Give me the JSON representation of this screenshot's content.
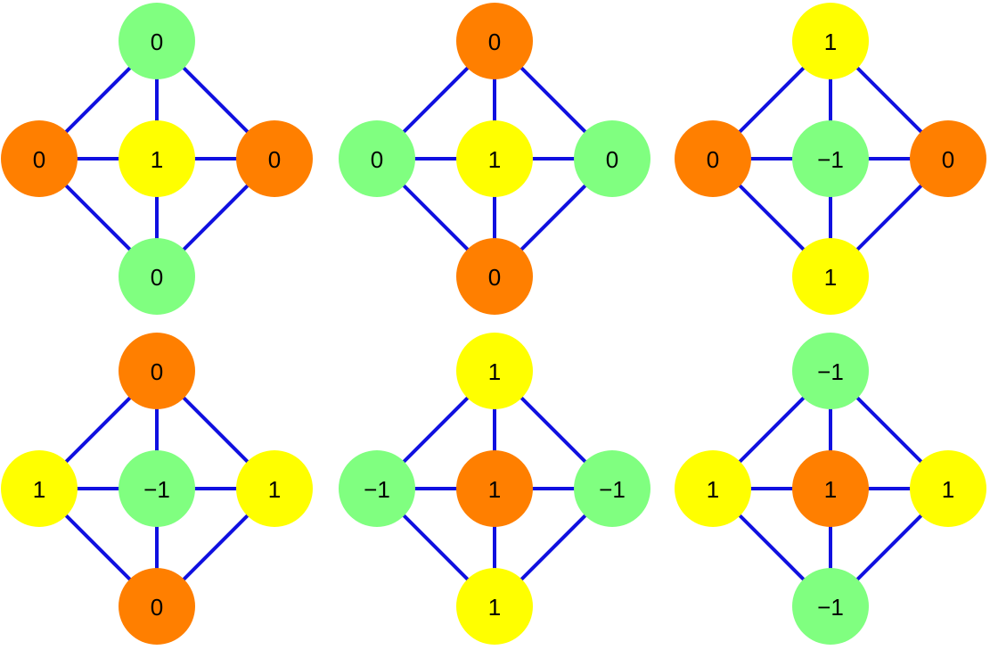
{
  "colors": {
    "edge": "#1010e0",
    "orange": "#ff7f00",
    "green": "#80ff80",
    "yellow": "#ffff00"
  },
  "graphs": [
    {
      "nodes": {
        "top": {
          "label": "0",
          "color": "green"
        },
        "left": {
          "label": "0",
          "color": "orange"
        },
        "center": {
          "label": "1",
          "color": "yellow"
        },
        "right": {
          "label": "0",
          "color": "orange"
        },
        "bottom": {
          "label": "0",
          "color": "green"
        }
      }
    },
    {
      "nodes": {
        "top": {
          "label": "0",
          "color": "orange"
        },
        "left": {
          "label": "0",
          "color": "green"
        },
        "center": {
          "label": "1",
          "color": "yellow"
        },
        "right": {
          "label": "0",
          "color": "green"
        },
        "bottom": {
          "label": "0",
          "color": "orange"
        }
      }
    },
    {
      "nodes": {
        "top": {
          "label": "1",
          "color": "yellow"
        },
        "left": {
          "label": "0",
          "color": "orange"
        },
        "center": {
          "label": "−1",
          "color": "green"
        },
        "right": {
          "label": "0",
          "color": "orange"
        },
        "bottom": {
          "label": "1",
          "color": "yellow"
        }
      }
    },
    {
      "nodes": {
        "top": {
          "label": "0",
          "color": "orange"
        },
        "left": {
          "label": "1",
          "color": "yellow"
        },
        "center": {
          "label": "−1",
          "color": "green"
        },
        "right": {
          "label": "1",
          "color": "yellow"
        },
        "bottom": {
          "label": "0",
          "color": "orange"
        }
      }
    },
    {
      "nodes": {
        "top": {
          "label": "1",
          "color": "yellow"
        },
        "left": {
          "label": "−1",
          "color": "green"
        },
        "center": {
          "label": "1",
          "color": "orange"
        },
        "right": {
          "label": "−1",
          "color": "green"
        },
        "bottom": {
          "label": "1",
          "color": "yellow"
        }
      }
    },
    {
      "nodes": {
        "top": {
          "label": "−1",
          "color": "green"
        },
        "left": {
          "label": "1",
          "color": "yellow"
        },
        "center": {
          "label": "1",
          "color": "orange"
        },
        "right": {
          "label": "1",
          "color": "yellow"
        },
        "bottom": {
          "label": "−1",
          "color": "green"
        }
      }
    }
  ]
}
